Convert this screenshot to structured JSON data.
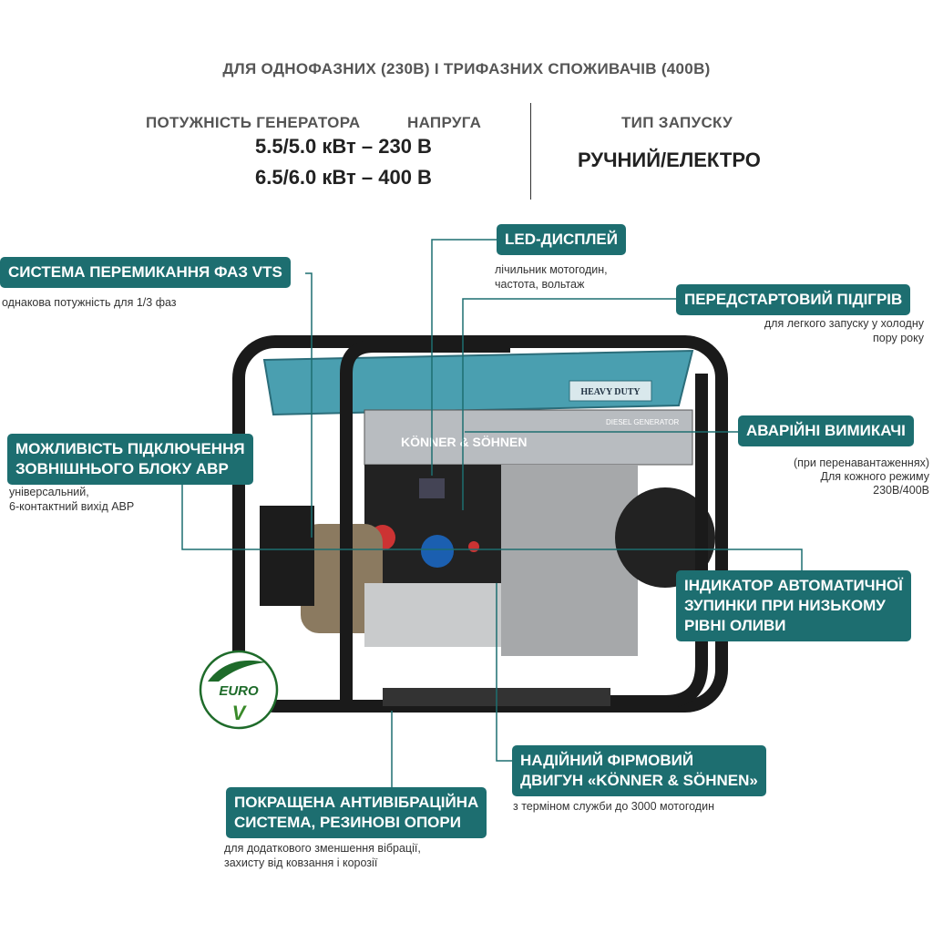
{
  "header": {
    "title": "ДЛЯ ОДНОФАЗНИХ (230В) І ТРИФАЗНИХ СПОЖИВАЧІВ (400В)",
    "power_label": "ПОТУЖНІСТЬ ГЕНЕРАТОРА",
    "voltage_label": "НАПРУГА",
    "power_rows": [
      "5.5/5.0 кВт – 230 В",
      "6.5/6.0 кВт – 400 В"
    ],
    "start_label": "ТИП ЗАПУСКУ",
    "start_value": "РУЧНИЙ/ЕЛЕКТРО"
  },
  "features": [
    {
      "title": "СИСТЕМА ПЕРЕМИКАННЯ ФАЗ VTS",
      "desc": [
        "однакова потужність для 1/3 фаз"
      ]
    },
    {
      "title": "LED-ДИСПЛЕЙ",
      "desc": [
        "лічильник мотогодин,",
        "частота, вольтаж"
      ]
    },
    {
      "title": "ПЕРЕДСТАРТОВИЙ ПІДІГРІВ",
      "desc": [
        "для легкого запуску у холодну",
        "пору року"
      ]
    },
    {
      "title": "АВАРІЙНІ ВИМИКАЧІ",
      "desc": [
        "(при перенавантаженнях)",
        "Для кожного режиму",
        "230В/400В"
      ]
    },
    {
      "title": [
        "МОЖЛИВІСТЬ ПІДКЛЮЧЕННЯ",
        "ЗОВНІШНЬОГО БЛОКУ АВР"
      ],
      "desc": [
        "універсальний,",
        "6-контактний вихід АВР"
      ]
    },
    {
      "title": [
        "ІНДИКАТОР АВТОМАТИЧНОЇ",
        "ЗУПИНКИ ПРИ НИЗЬКОМУ",
        "РІВНІ ОЛИВИ"
      ],
      "desc": []
    },
    {
      "title": [
        "НАДІЙНИЙ ФІРМОВИЙ",
        "ДВИГУН «KÖNNER & SÖHNEN»"
      ],
      "desc": [
        "з терміном служби до 3000 мотогодин"
      ]
    },
    {
      "title": [
        "ПОКРАЩЕНА АНТИВІБРАЦІЙНА",
        "СИСТЕМА, РЕЗИНОВІ ОПОРИ"
      ],
      "desc": [
        "для додаткового зменшення вібрації,",
        "захисту від ковзання і корозії"
      ]
    }
  ],
  "product": {
    "brand": "KÖNNER & SÖHNEN",
    "tank_badge": "HEAVY DUTY",
    "panel_label": "DIESEL GENERATOR",
    "logo": "EURO V"
  },
  "colors": {
    "accent": "#1d6e70",
    "tank": "#4a9fb0",
    "frame": "#1a1a1a",
    "logo_green": "#1e6b2a"
  }
}
